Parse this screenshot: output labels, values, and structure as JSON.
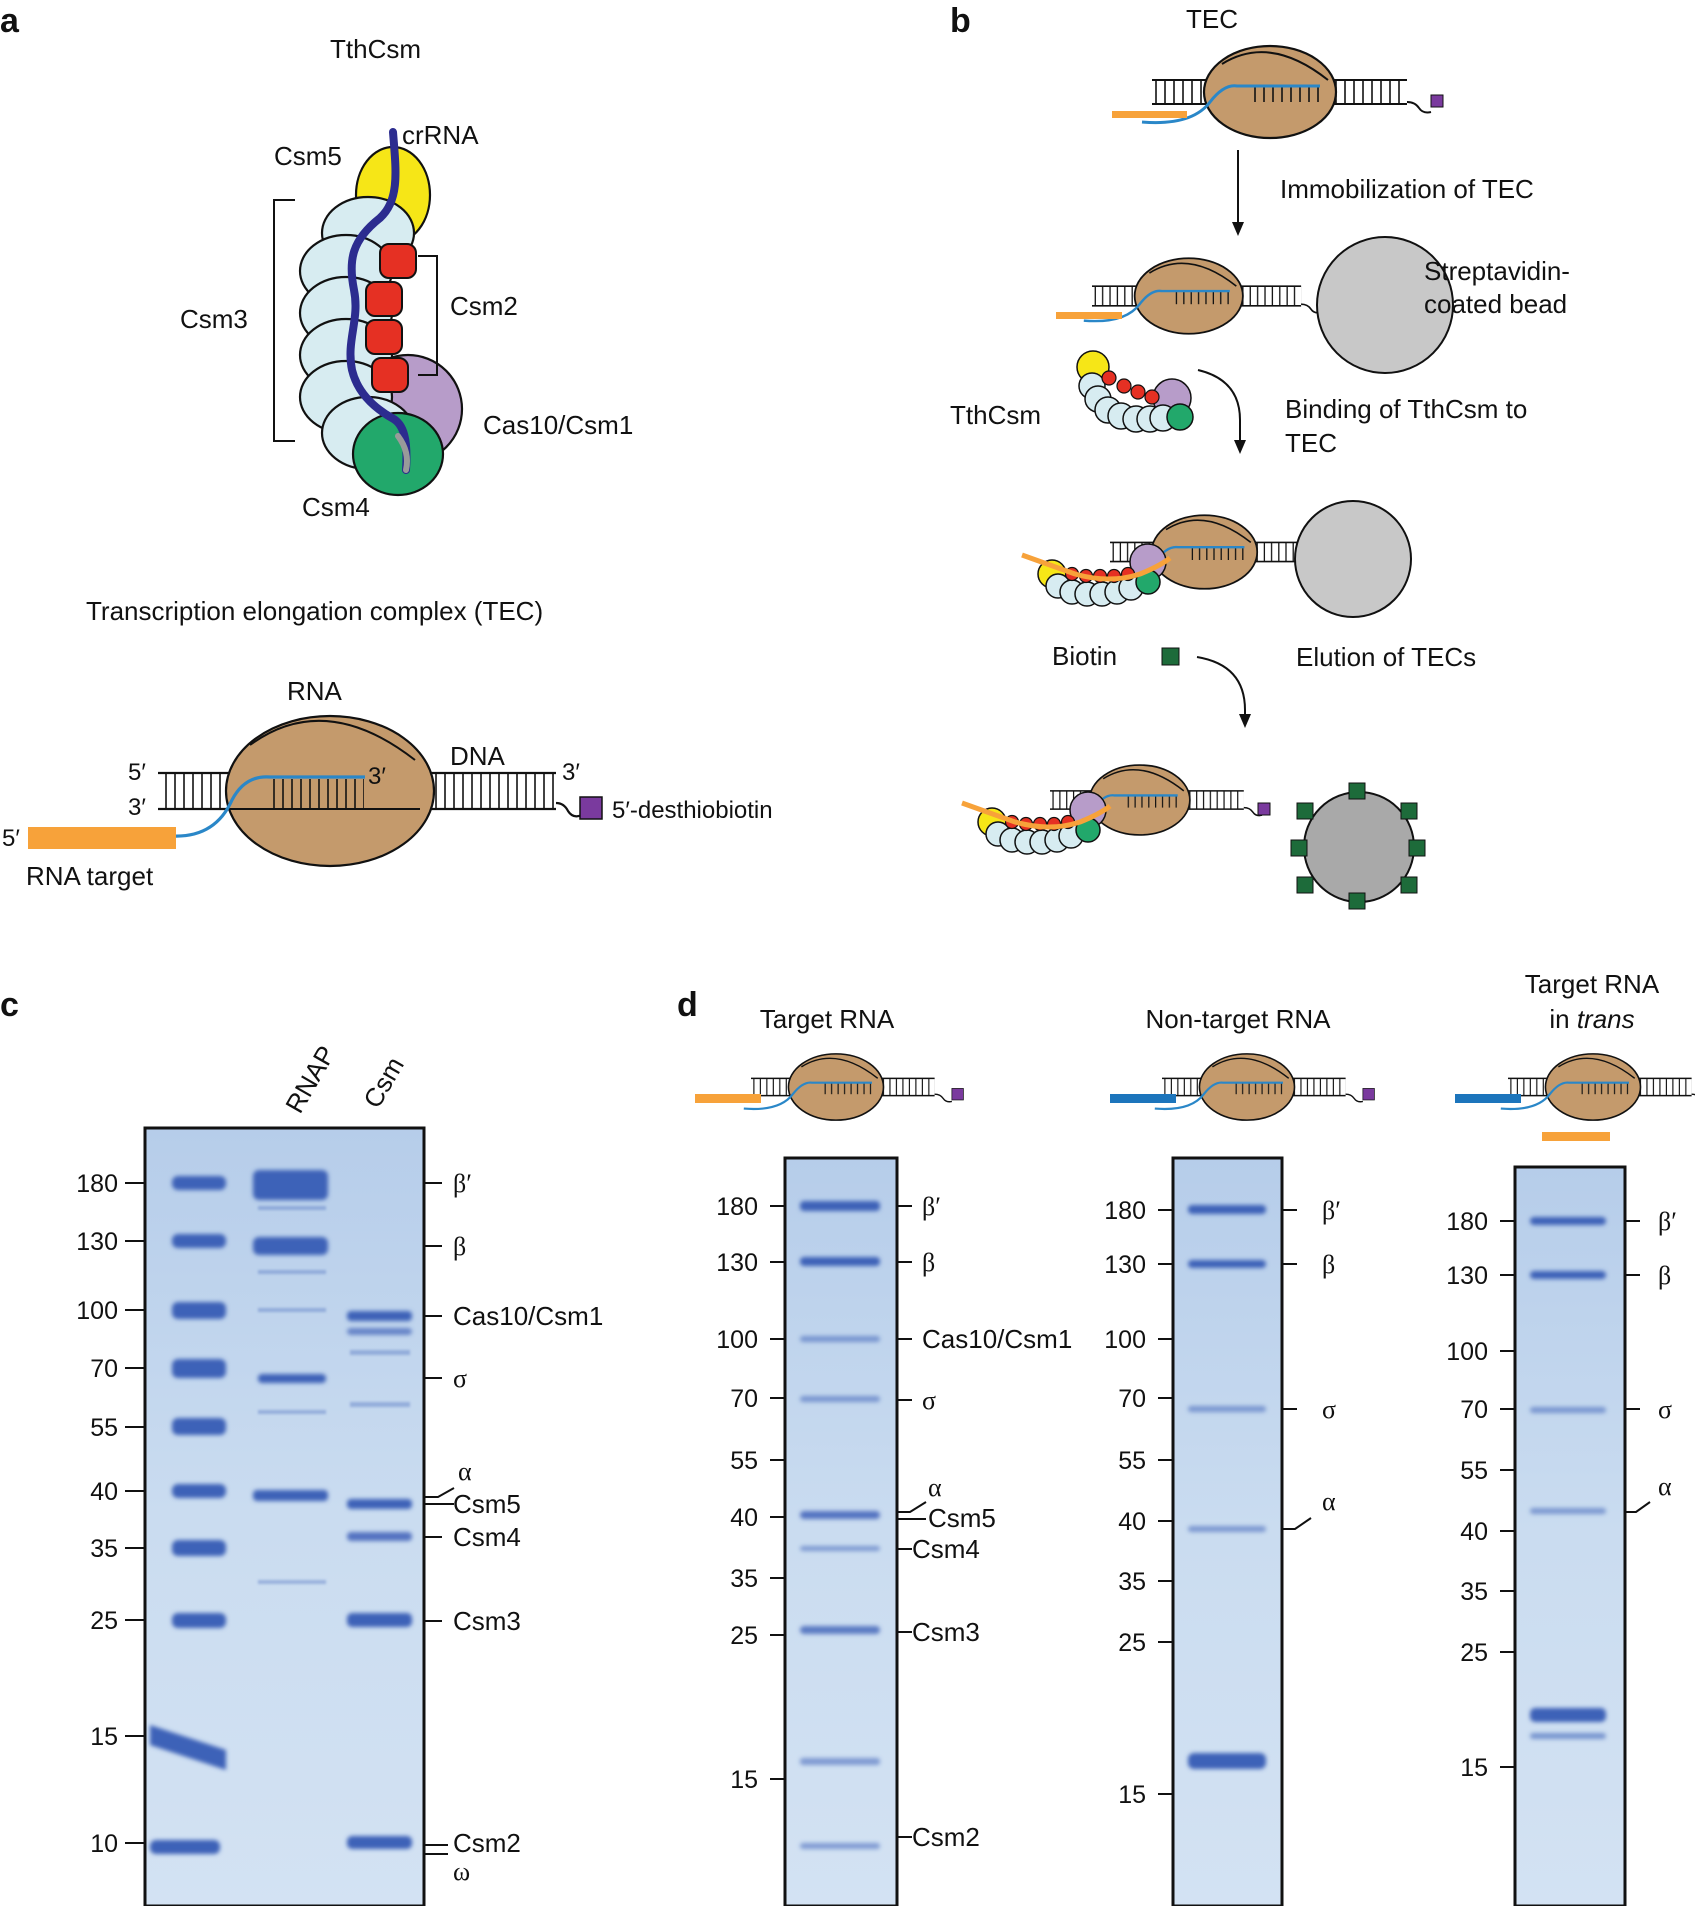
{
  "colors": {
    "crRNA": "#2c2c8f",
    "csm3": "#d7ecf1",
    "csm5": "#f6e617",
    "csm2": "#e53023",
    "cas10": "#b79cc9",
    "csm4": "#22a86b",
    "rnap": "#c49a6c",
    "target": "#f7a23a",
    "nontarget": "#1c75bc",
    "rnaLine": "#2a87c8",
    "biotin": "#7a3a9e",
    "bead": "#c8c8c8",
    "beadEluted": "#a9a9a9",
    "biotinGreen": "#1d6b3a",
    "gel": "#c6d8ee",
    "band": "#3e62b8"
  },
  "panel_a": {
    "label": "a",
    "complex_title": "TthCsm",
    "labels": {
      "crRNA": "crRNA",
      "csm5": "Csm5",
      "csm3": "Csm3",
      "csm2": "Csm2",
      "cas10": "Cas10/Csm1",
      "csm4": "Csm4"
    },
    "tec_title": "Transcription elongation complex (TEC)",
    "tec_labels": {
      "rna": "RNA",
      "dna": "DNA",
      "five_top": "5′",
      "three_top_left": "3′",
      "three_inner": "3′",
      "three_right": "3′",
      "five_target": "5′",
      "desthiobiotin": "5′-desthiobiotin",
      "rna_target": "RNA target"
    }
  },
  "panel_b": {
    "label": "b",
    "tec": "TEC",
    "step1": "Immobilization of TEC",
    "bead_line1": "Streptavidin-",
    "bead_line2": "coated bead",
    "tthcsm": "TthCsm",
    "step2_line1": "Binding of TthCsm to",
    "step2_line2": "TEC",
    "biotin": "Biotin",
    "step3": "Elution of TECs"
  },
  "panel_c": {
    "label": "c",
    "lanes": [
      "RNAP",
      "Csm"
    ],
    "markers": [
      "180",
      "130",
      "100",
      "70",
      "55",
      "40",
      "35",
      "25",
      "15",
      "10"
    ],
    "bands": [
      "β′",
      "β",
      "Cas10/Csm1",
      "σ",
      "α",
      "Csm5",
      "Csm4",
      "Csm3",
      "Csm2",
      "ω"
    ]
  },
  "panel_d": {
    "label": "d",
    "gel1": {
      "title": "Target RNA",
      "markers": [
        "180",
        "130",
        "100",
        "70",
        "55",
        "40",
        "35",
        "25",
        "15"
      ],
      "bands": [
        "β′",
        "β",
        "Cas10/Csm1",
        "σ",
        "α",
        "Csm5",
        "Csm4",
        "Csm3",
        "Csm2"
      ]
    },
    "gel2": {
      "title": "Non-target RNA",
      "markers": [
        "180",
        "130",
        "100",
        "70",
        "55",
        "40",
        "35",
        "25",
        "15"
      ],
      "bands": [
        "β′",
        "β",
        "σ",
        "α"
      ]
    },
    "gel3": {
      "title_line1": "Target RNA",
      "title_line2_prefix": "in ",
      "title_line2_italic": "trans",
      "markers": [
        "180",
        "130",
        "100",
        "70",
        "55",
        "40",
        "35",
        "25",
        "15"
      ],
      "bands": [
        "β′",
        "β",
        "σ",
        "α"
      ]
    }
  }
}
